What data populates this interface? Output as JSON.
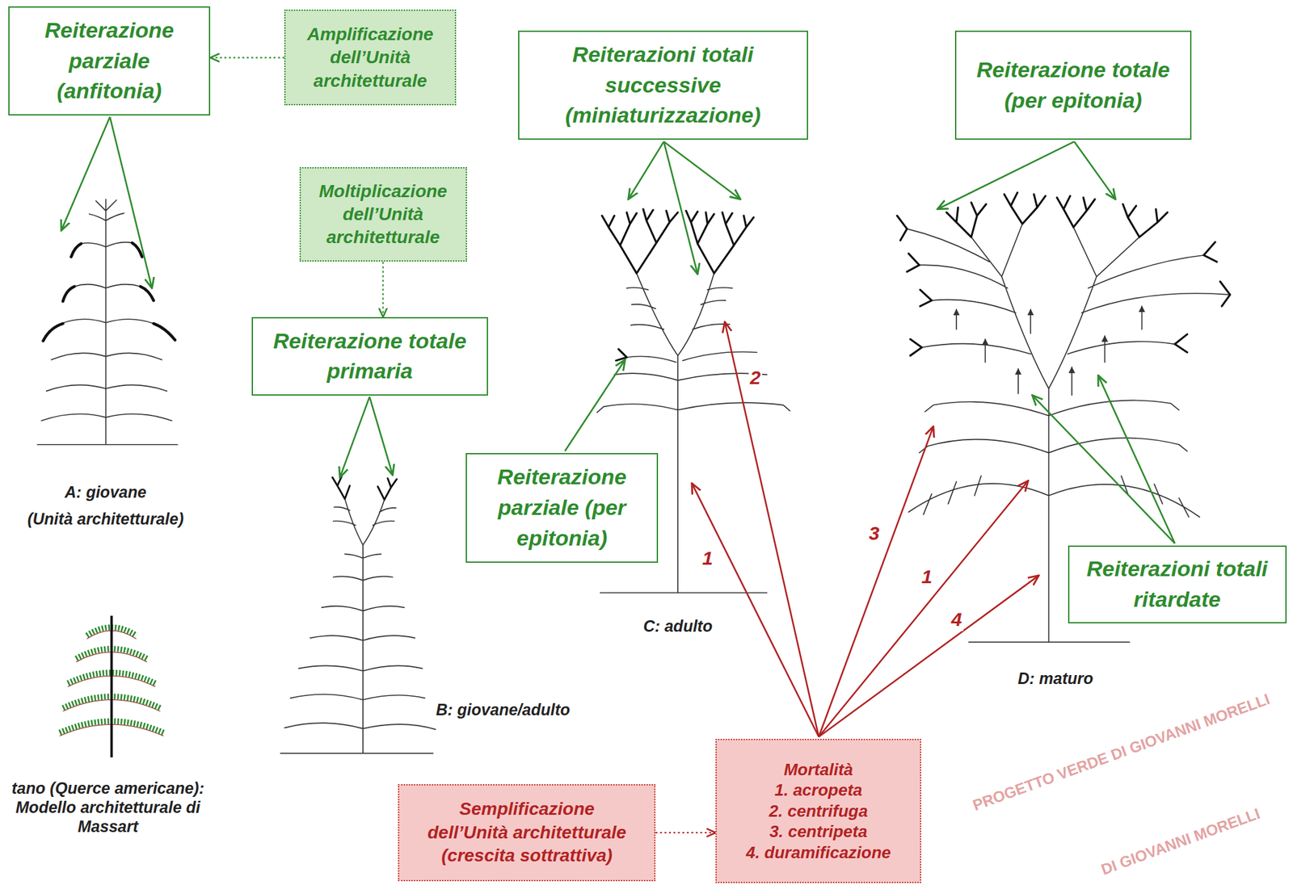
{
  "diagram": {
    "nodes": [
      {
        "text": [
          "Reiterazione parziale (anfitonia)"
        ]
      },
      {
        "text": [
          "Amplificazione dell’Unità architetturale"
        ]
      },
      {
        "text": [
          "Moltiplicazione dell’Unità architetturale"
        ]
      },
      {
        "text": [
          "Reiterazione totale primaria"
        ]
      },
      {
        "text": [
          "Reiterazioni totali successive (miniaturizzazione)"
        ]
      },
      {
        "text": [
          "Reiterazione totale (per epitonia)"
        ]
      },
      {
        "text": [
          "Reiterazione parziale (per epitonia)"
        ]
      },
      {
        "text": [
          "Reiterazioni totali ritardate"
        ]
      },
      {
        "text": [
          "Semplificazione dell’Unità architetturale (crescita sottrattiva)"
        ]
      },
      {
        "text": [
          "Mortalità",
          "1. acropeta",
          "2. centrifuga",
          "3. centripeta",
          "4. duramificazione"
        ]
      }
    ],
    "edges": [
      {
        "from": 1,
        "to": 0,
        "arrow": "to"
      },
      {
        "from": 2,
        "to": 3,
        "arrow": "to"
      },
      {
        "from": 8,
        "to": 9,
        "arrow": "to"
      }
    ],
    "labels": [
      "A: giovane",
      "(Unità architetturale)",
      "B: giovane/adulto",
      "C: adulto",
      "D: maturo",
      "tano (Querce americane): Modello architetturale di Massart",
      "1",
      "2",
      "3",
      "1",
      "4",
      "PROGETTO VERDE DI GIOVANNI MORELLI",
      "DI GIOVANNI MORELLI"
    ]
  }
}
